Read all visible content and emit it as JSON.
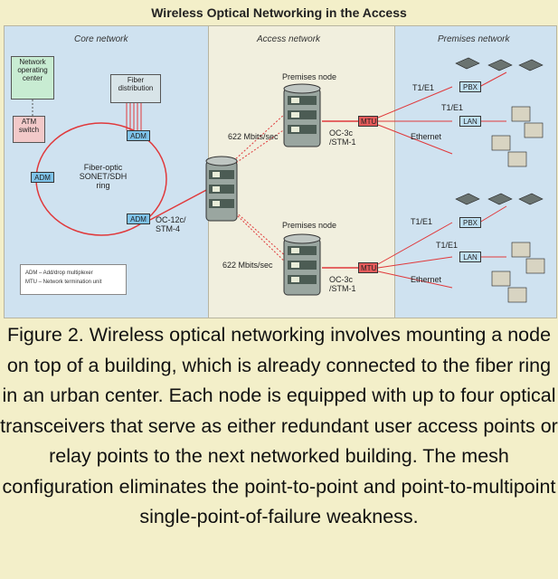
{
  "title": "Wireless Optical Networking in the Access",
  "sections": {
    "core": "Core network",
    "access": "Access network",
    "premises": "Premises network"
  },
  "core": {
    "noc": "Network operating center",
    "atm": "ATM switch",
    "fiber": "Fiber distribution",
    "ring": "Fiber-optic SONET/SDH ring",
    "adm": "ADM",
    "link": "OC-12c/ STM-4"
  },
  "access": {
    "node": "Premises node",
    "rate": "622 Mbits/sec",
    "link": "OC-3c /STM-1"
  },
  "premises": {
    "mtu": "MTU",
    "t1": "T1/E1",
    "pbx": "PBX",
    "lan": "LAN",
    "ethernet": "Ethernet"
  },
  "legend": {
    "line1": "ADM – Add/drop multiplexer",
    "line2": "MTU – Network termination unit"
  },
  "caption": "Figure 2. Wireless optical networking involves mounting a node on top of a building, which is already connected to the fiber ring in an urban center. Each node is equipped with up to four optical transceivers that serve as either redundant user access points or relay points to the next networked building. The mesh configuration eliminates the point-to-point and point-to-multipoint single-point-of-failure weakness."
}
